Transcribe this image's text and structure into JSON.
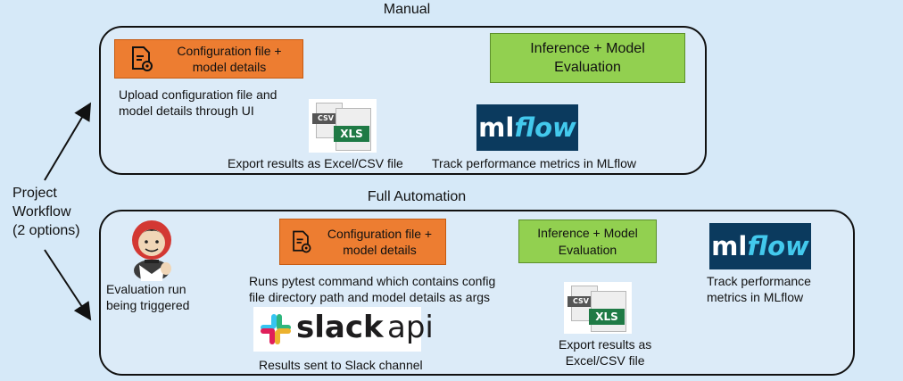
{
  "manual": {
    "title": "Manual",
    "config_box": {
      "line1": "Configuration file +",
      "line2": "model details"
    },
    "upload_caption": {
      "line1": "Upload configuration file and",
      "line2": "model details through UI"
    },
    "inference_box": {
      "line1": "Inference + Model",
      "line2": "Evaluation"
    },
    "mlflow_logo": {
      "ml": "ml",
      "flow": "flow"
    },
    "track_caption": "Track performance metrics in MLflow",
    "file_icon": {
      "csv": "CSV",
      "xls": "XLS"
    },
    "export_caption": "Export results as Excel/CSV file"
  },
  "workflow_label": {
    "line1": "Project",
    "line2": "Workflow",
    "line3": "(2 options)"
  },
  "automation": {
    "title": "Full Automation",
    "trigger_caption": {
      "line1": "Evaluation run",
      "line2": "being triggered"
    },
    "config_box": {
      "line1": "Configuration file +",
      "line2": "model details"
    },
    "pytest_caption": {
      "line1": "Runs pytest command which contains config",
      "line2": "file directory path and model details as args"
    },
    "inference_box": {
      "line1": "Inference + Model",
      "line2": "Evaluation"
    },
    "mlflow_logo": {
      "ml": "ml",
      "flow": "flow"
    },
    "track_caption": {
      "line1": "Track performance",
      "line2": "metrics in MLflow"
    },
    "file_icon": {
      "csv": "CSV",
      "xls": "XLS"
    },
    "export_caption": {
      "line1": "Export results as",
      "line2": "Excel/CSV file"
    },
    "slack_logo": {
      "slack": "slack",
      "api": "api"
    },
    "slack_caption": "Results sent to Slack channel"
  },
  "colors": {
    "background": "#d6e9f8",
    "process_box": "#ed7d31",
    "evaluation_box": "#92d050",
    "arrow": "#4472c4",
    "mlflow_bg": "#0b3a5e",
    "mlflow_accent": "#43c9ed"
  }
}
